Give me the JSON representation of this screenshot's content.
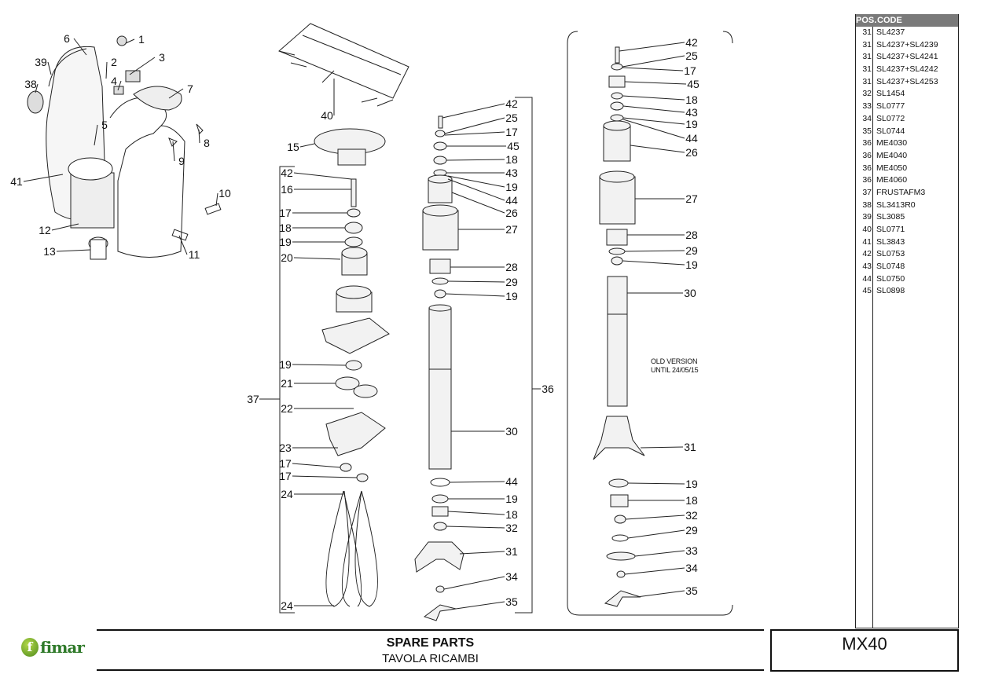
{
  "callouts": {
    "left": [
      "1",
      "2",
      "3",
      "4",
      "5",
      "6",
      "7",
      "8",
      "9",
      "10",
      "11",
      "12",
      "13",
      "38",
      "39",
      "41",
      "40"
    ],
    "col_a": [
      "15",
      "42",
      "16",
      "17",
      "18",
      "19",
      "20",
      "19",
      "21",
      "22",
      "23",
      "17",
      "17",
      "24",
      "24",
      "37"
    ],
    "col_b": [
      "42",
      "25",
      "17",
      "45",
      "18",
      "43",
      "19",
      "44",
      "26",
      "27",
      "28",
      "29",
      "19",
      "30",
      "44",
      "19",
      "18",
      "32",
      "31",
      "34",
      "35",
      "36"
    ],
    "col_c": [
      "42",
      "25",
      "17",
      "45",
      "18",
      "43",
      "19",
      "44",
      "26",
      "27",
      "28",
      "29",
      "19",
      "30",
      "31",
      "19",
      "18",
      "32",
      "29",
      "33",
      "34",
      "35"
    ]
  },
  "old_version_note": {
    "line1": "OLD VERSION",
    "line2": "UNTIL 24/05/15"
  },
  "table": {
    "header_pos": "POS.",
    "header_code": "CODE",
    "rows": [
      {
        "pos": "31",
        "code": "SL4237"
      },
      {
        "pos": "31",
        "code": "SL4237+SL4239"
      },
      {
        "pos": "31",
        "code": "SL4237+SL4241"
      },
      {
        "pos": "31",
        "code": "SL4237+SL4242"
      },
      {
        "pos": "31",
        "code": "SL4237+SL4253"
      },
      {
        "pos": "32",
        "code": "SL1454"
      },
      {
        "pos": "33",
        "code": "SL0777"
      },
      {
        "pos": "34",
        "code": "SL0772"
      },
      {
        "pos": "35",
        "code": "SL0744"
      },
      {
        "pos": "36",
        "code": "ME4030"
      },
      {
        "pos": "36",
        "code": "ME4040"
      },
      {
        "pos": "36",
        "code": "ME4050"
      },
      {
        "pos": "36",
        "code": "ME4060"
      },
      {
        "pos": "37",
        "code": "FRUSTAFM3"
      },
      {
        "pos": "38",
        "code": "SL3413R0"
      },
      {
        "pos": "39",
        "code": "SL3085"
      },
      {
        "pos": "40",
        "code": "SL0771"
      },
      {
        "pos": "41",
        "code": "SL3843"
      },
      {
        "pos": "42",
        "code": "SL0753"
      },
      {
        "pos": "43",
        "code": "SL0748"
      },
      {
        "pos": "44",
        "code": "SL0750"
      },
      {
        "pos": "45",
        "code": "SL0898"
      }
    ]
  },
  "footer": {
    "logo_text": "fimar",
    "title": "SPARE PARTS",
    "subtitle": "TAVOLA RICAMBI",
    "model": "MX40"
  },
  "colors": {
    "logo_green": "#2f7a2a",
    "table_header": "#7a7a7a"
  }
}
